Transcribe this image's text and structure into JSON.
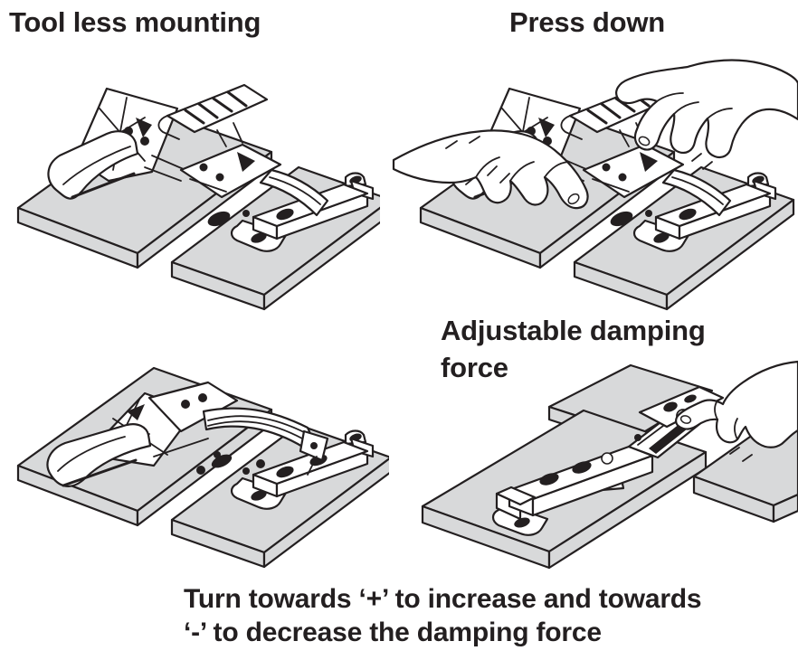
{
  "panels": {
    "toolless": {
      "title": "Tool less mounting",
      "illustration": "open-hinge-resting-on-two-boards"
    },
    "press_down": {
      "title": "Press down",
      "illustration": "two-hands-pressing-hinge-onto-boards"
    },
    "mounted": {
      "illustration": "hinge-clipped-flat-on-two-boards"
    },
    "damping": {
      "title": "Adjustable damping force",
      "illustration": "finger-turning-damping-adjuster-on-closed-hinge"
    }
  },
  "caption": {
    "lines": [
      "Turn towards ‘+’ to increase and towards",
      "‘-’ to decrease the damping force"
    ]
  },
  "colors": {
    "background": "#ffffff",
    "board_fill": "#d8d9da",
    "line": "#231f20",
    "text": "#231f20"
  }
}
